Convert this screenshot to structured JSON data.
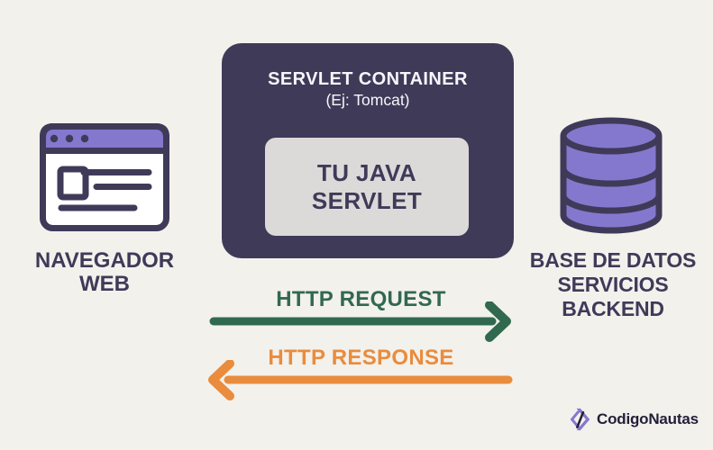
{
  "palette": {
    "background": "#F3F1EC",
    "dark_purple": "#403A59",
    "purple": "#8478CE",
    "light_gray": "#DBDAD8",
    "white": "#FFFFFF",
    "green": "#31694F",
    "orange": "#E98C3D",
    "navy": "#232039",
    "title_text": "#F7F6FA"
  },
  "browser": {
    "icon": "browser-window-icon",
    "label_line1": "NAVEGADOR",
    "label_line2": "WEB"
  },
  "servlet_container": {
    "title": "SERVLET CONTAINER",
    "subtitle": "(Ej: Tomcat)",
    "servlet_line1": "TU JAVA",
    "servlet_line2": "SERVLET"
  },
  "database": {
    "icon": "database-cylinder-icon",
    "label_line1": "BASE DE DATOS",
    "label_line2": "SERVICIOS",
    "label_line3": "BACKEND"
  },
  "flows": {
    "request": {
      "label": "HTTP REQUEST",
      "direction": "right",
      "color": "#31694F"
    },
    "response": {
      "label": "HTTP RESPONSE",
      "direction": "left",
      "color": "#E98C3D"
    }
  },
  "logo": {
    "icon": "code-brackets-icon",
    "text": "CodigoNautas"
  }
}
